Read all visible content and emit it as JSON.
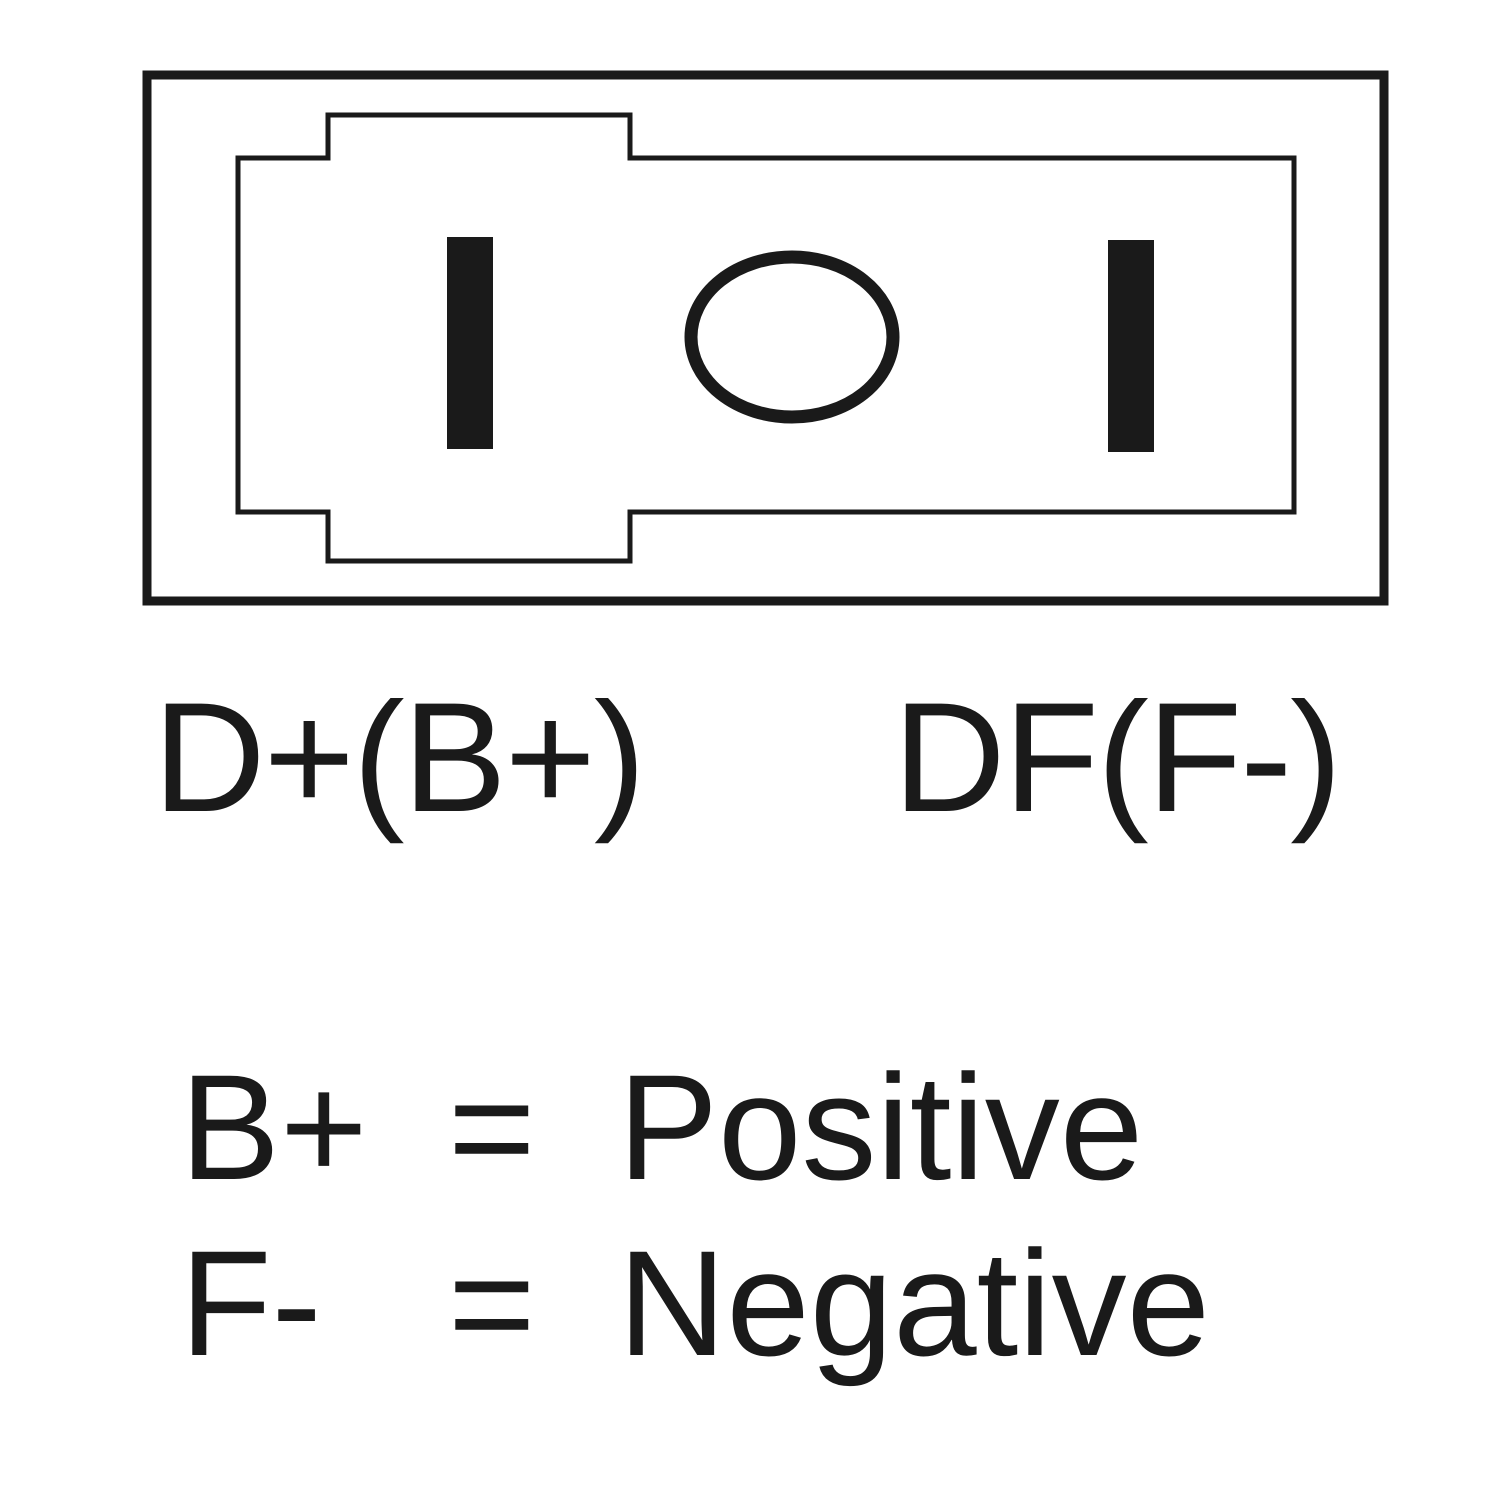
{
  "colors": {
    "ink": "#1a1a1a",
    "background": "#ffffff"
  },
  "diagram": {
    "terminals": [
      {
        "id": "left",
        "label": "D+(B+)",
        "shape": "flat-blade"
      },
      {
        "id": "center",
        "shape": "round-hole"
      },
      {
        "id": "right",
        "label": "DF(F-)",
        "shape": "flat-blade"
      }
    ]
  },
  "legend": [
    {
      "key": "B+",
      "eq": "=",
      "meaning": "Positive"
    },
    {
      "key": "F-",
      "eq": "=",
      "meaning": "Negative"
    }
  ]
}
